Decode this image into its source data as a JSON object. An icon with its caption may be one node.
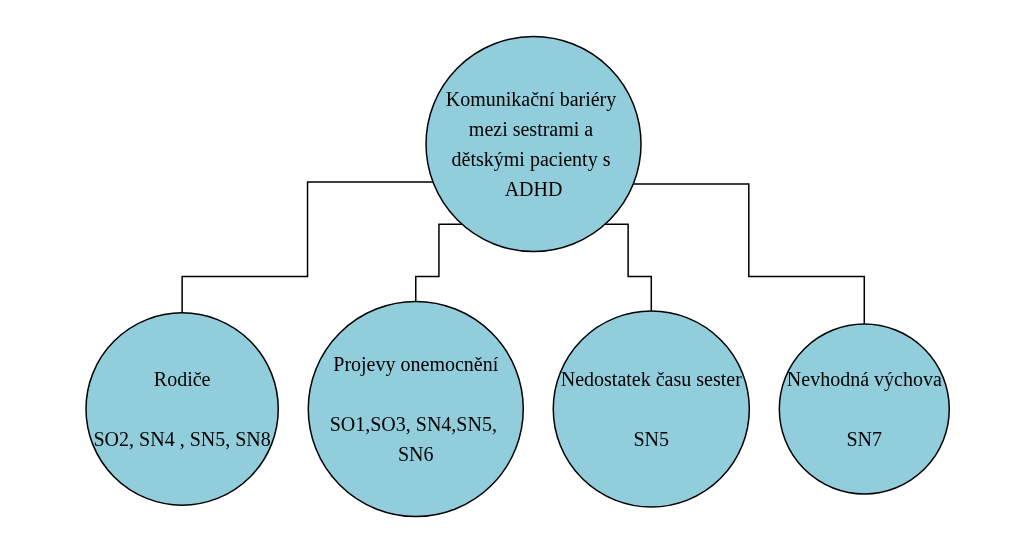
{
  "diagram": {
    "nodes": [
      {
        "text": [
          "Komunikační bariéry mezi sestrami a dětskými pacienty s ADHD"
        ]
      },
      {
        "text": [
          "Rodiče",
          "SO2, SN4 , SN5, SN8"
        ]
      },
      {
        "text": [
          "Projevy onemocnění",
          "SO1,SO3, SN4,SN5, SN6"
        ]
      },
      {
        "text": [
          "Nedostatek času sester",
          "SN5"
        ]
      },
      {
        "text": [
          "Nevhodná výchova",
          "SN7"
        ]
      }
    ],
    "edges": [
      {
        "from": 0,
        "to": 1,
        "arrow": "none"
      },
      {
        "from": 0,
        "to": 2,
        "arrow": "none"
      },
      {
        "from": 0,
        "to": 3,
        "arrow": "none"
      },
      {
        "from": 0,
        "to": 4,
        "arrow": "none"
      }
    ]
  }
}
